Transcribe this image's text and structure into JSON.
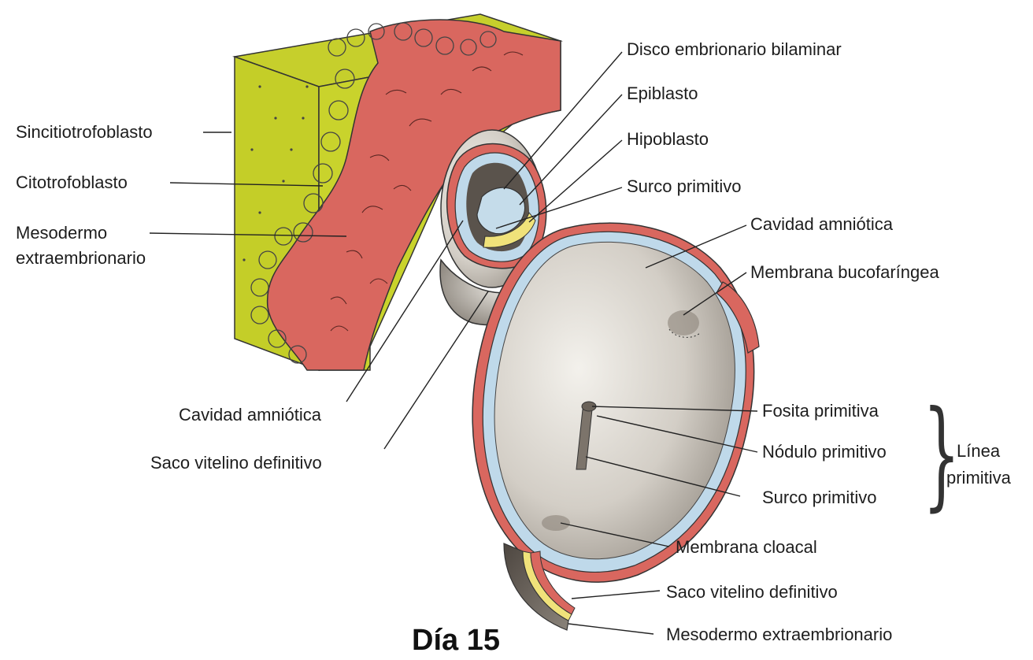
{
  "colors": {
    "syncytiotrophoblast": "#c9d32a",
    "mesoderm": "#d9675f",
    "membrane_light": "#bfd9ea",
    "yolk_layer": "#f0e27a",
    "cavity_gray": "#c9c4bc"
  },
  "title": "Día 15",
  "labels_left": {
    "sincitiotrofoblasto": "Sincitiotrofoblasto",
    "citotrofoblasto": "Citotrofoblasto",
    "mesodermo_1": "Mesodermo",
    "mesodermo_2": "extraembrionario",
    "cavidad_amniotica": "Cavidad amniótica",
    "saco_vitelino": "Saco vitelino definitivo"
  },
  "labels_right": {
    "disco": "Disco embrionario bilaminar",
    "epiblasto": "Epiblasto",
    "hipoblasto": "Hipoblasto",
    "surco_top": "Surco primitivo",
    "cavidad_amniotica": "Cavidad amniótica",
    "membrana_bucofaringea": "Membrana bucofaríngea",
    "fosita": "Fosita primitiva",
    "nodulo": "Nódulo primitivo",
    "surco_bottom": "Surco primitivo",
    "membrana_cloacal": "Membrana cloacal",
    "saco_vitelino": "Saco vitelino definitivo",
    "mesodermo_extra": "Mesodermo extraembrionario"
  },
  "linea_primitiva": {
    "line1": "Línea",
    "line2": "primitiva"
  }
}
